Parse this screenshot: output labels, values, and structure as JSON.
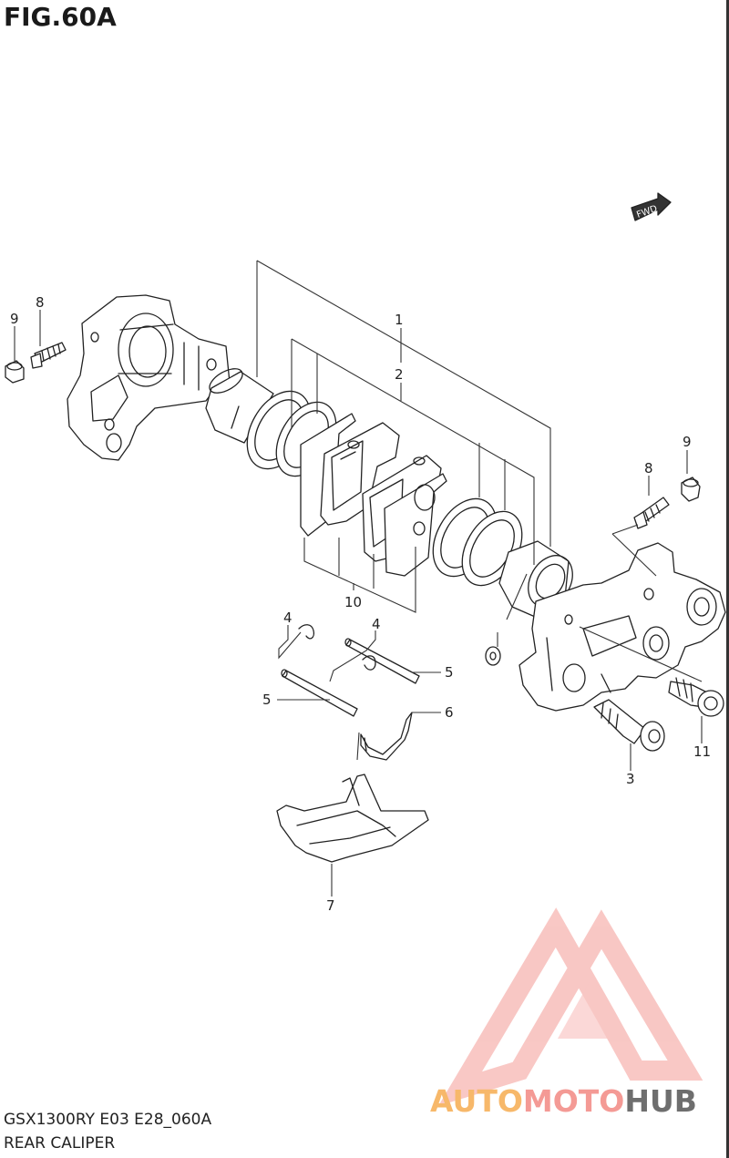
{
  "figure": {
    "title": "FIG.60A",
    "model_code": "GSX1300RY E03 E28_060A",
    "section_name": "REAR CALIPER"
  },
  "direction_badge": "FWD",
  "callouts": [
    "1",
    "2",
    "3",
    "4",
    "4",
    "5",
    "5",
    "6",
    "7",
    "8",
    "8",
    "9",
    "9",
    "10",
    "11"
  ],
  "watermark": {
    "part_a": "AUTO",
    "part_b": "MOTO",
    "part_c": "HUB",
    "colors": {
      "auto": "#f7b86a",
      "moto": "#f49a95",
      "hub": "#6e6e6e",
      "logo": "#f49a95"
    }
  }
}
